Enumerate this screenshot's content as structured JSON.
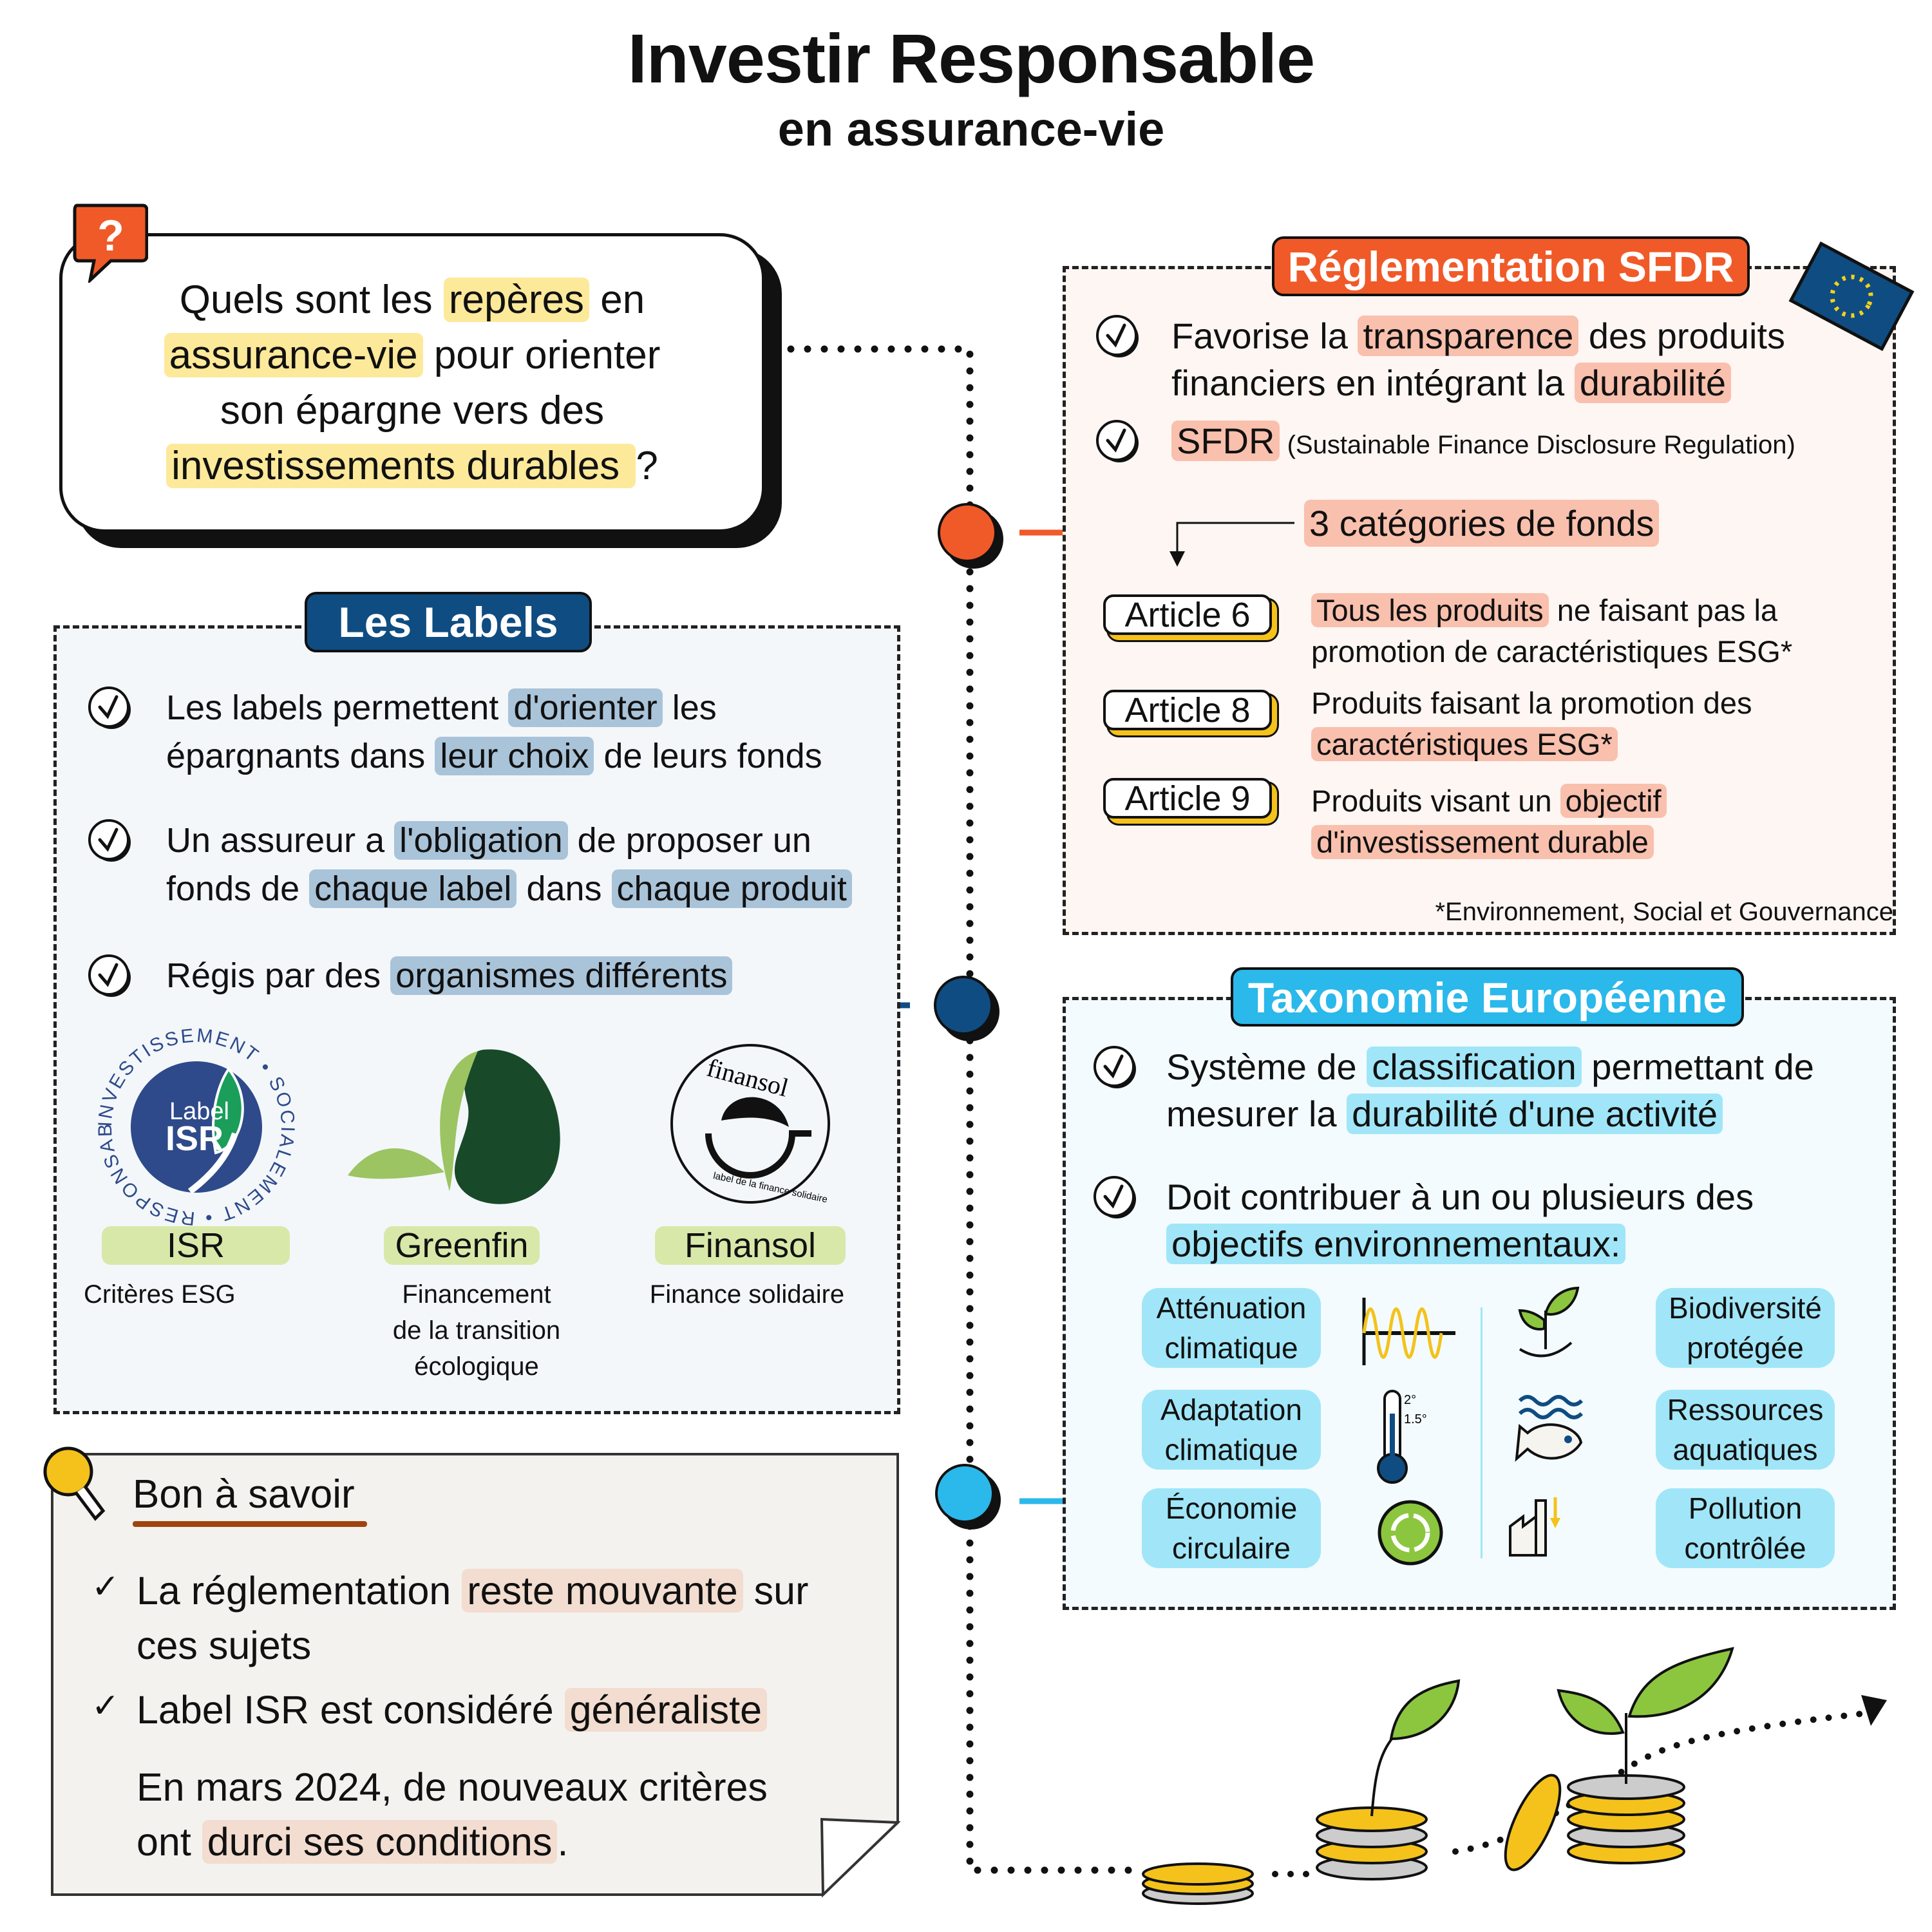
{
  "header": {
    "title": "Investir Responsable",
    "subtitle": "en assurance-vie"
  },
  "colors": {
    "orange": "#f05a28",
    "navy": "#0f4c81",
    "cyan": "#2bb8ea",
    "yellow_hl": "#fde99a",
    "blue_hl": "#a9c3d9",
    "salmon_hl": "#f9c0ad",
    "cyan_hl": "#a0e6f8",
    "beige_hl": "#f2ddd0"
  },
  "question": {
    "icon": "question-bubble-icon",
    "glyph": "?",
    "lines": [
      [
        {
          "t": "Quels sont les "
        },
        {
          "t": "repères",
          "hl": "#fde99a"
        },
        {
          "t": " en"
        }
      ],
      [
        {
          "t": "assurance-vie",
          "hl": "#fde99a"
        },
        {
          "t": " pour orienter"
        }
      ],
      [
        {
          "t": "son épargne vers des"
        }
      ],
      [
        {
          "t": "investissements durables ",
          "hl": "#fde99a"
        },
        {
          "t": "?"
        }
      ]
    ]
  },
  "labels": {
    "title": "Les Labels",
    "items": [
      {
        "lines": [
          [
            {
              "t": "Les labels permettent "
            },
            {
              "t": "d'orienter",
              "hl": "#a9c3d9"
            },
            {
              "t": " les"
            }
          ],
          [
            {
              "t": "épargnants dans "
            },
            {
              "t": "leur choix",
              "hl": "#a9c3d9"
            },
            {
              "t": " de leurs fonds"
            }
          ]
        ]
      },
      {
        "lines": [
          [
            {
              "t": "Un assureur a "
            },
            {
              "t": "l'obligation",
              "hl": "#a9c3d9"
            },
            {
              "t": " de proposer un"
            }
          ],
          [
            {
              "t": "fonds de "
            },
            {
              "t": "chaque label",
              "hl": "#a9c3d9"
            },
            {
              "t": " dans "
            },
            {
              "t": "chaque produit",
              "hl": "#a9c3d9"
            }
          ]
        ]
      },
      {
        "lines": [
          [
            {
              "t": "Régis par des "
            },
            {
              "t": "organismes différents",
              "hl": "#a9c3d9"
            }
          ]
        ]
      }
    ],
    "logos": [
      {
        "name": "ISR",
        "desc": "Critères ESG",
        "logo_text": [
          "Label",
          "ISR",
          "INVESTISSEMENT • SOCIALEMENT • RESPONSABLE •"
        ]
      },
      {
        "name": "Greenfin",
        "desc": "Financement de la transition écologique",
        "desc_lines": [
          "Financement",
          "de la transition",
          "écologique"
        ]
      },
      {
        "name": "Finansol",
        "desc": "Finance solidaire",
        "logo_text": [
          "finansol",
          "label de la finance solidaire"
        ]
      }
    ]
  },
  "bon": {
    "title": "Bon à savoir",
    "items": [
      {
        "check": true,
        "lines": [
          [
            {
              "t": "La réglementation "
            },
            {
              "t": "reste mouvante",
              "hl": "#f2ddd0"
            },
            {
              "t": " sur"
            }
          ],
          [
            {
              "t": "ces sujets"
            }
          ]
        ]
      },
      {
        "check": true,
        "lines": [
          [
            {
              "t": "Label ISR est considéré "
            },
            {
              "t": "généraliste",
              "hl": "#f2ddd0"
            }
          ]
        ]
      },
      {
        "check": false,
        "lines": [
          [
            {
              "t": "En mars 2024, de nouveaux critères"
            }
          ],
          [
            {
              "t": "ont "
            },
            {
              "t": "durci ses conditions",
              "hl": "#f2ddd0"
            },
            {
              "t": "."
            }
          ]
        ]
      }
    ]
  },
  "sfdr": {
    "title": "Réglementation SFDR",
    "items": [
      {
        "lines": [
          [
            {
              "t": "Favorise la "
            },
            {
              "t": "transparence",
              "hl": "#f9c0ad"
            },
            {
              "t": " des produits"
            }
          ],
          [
            {
              "t": "financiers en intégrant la "
            },
            {
              "t": "durabilité",
              "hl": "#f9c0ad"
            }
          ]
        ]
      },
      {
        "lines": [
          [
            {
              "t": "SFDR",
              "hl": "#f9c0ad"
            },
            {
              "t": " (Sustainable Finance Disclosure Regulation)",
              "small": true
            }
          ]
        ]
      }
    ],
    "categories": "3 catégories de fonds",
    "articles": [
      {
        "label": "Article 6",
        "lines": [
          [
            {
              "t": "Tous les produits",
              "hl": "#f9c0ad"
            },
            {
              "t": " ne faisant pas la"
            }
          ],
          [
            {
              "t": "promotion de caractéristiques ESG*"
            }
          ]
        ]
      },
      {
        "label": "Article 8",
        "lines": [
          [
            {
              "t": "Produits faisant la promotion des"
            }
          ],
          [
            {
              "t": "caractéristiques ESG*",
              "hl": "#f9c0ad"
            }
          ]
        ]
      },
      {
        "label": "Article 9",
        "lines": [
          [
            {
              "t": "Produits visant un "
            },
            {
              "t": "objectif",
              "hl": "#f9c0ad"
            }
          ],
          [
            {
              "t": "d'investissement durable",
              "hl": "#f9c0ad"
            }
          ]
        ]
      }
    ],
    "footnote": "*Environnement, Social et Gouvernance"
  },
  "taxo": {
    "title": "Taxonomie Européenne",
    "items": [
      {
        "lines": [
          [
            {
              "t": "Système de "
            },
            {
              "t": "classification",
              "hl": "#a0e6f8"
            },
            {
              "t": " permettant de"
            }
          ],
          [
            {
              "t": "mesurer la "
            },
            {
              "t": "durabilité d'une activité",
              "hl": "#a0e6f8"
            }
          ]
        ]
      },
      {
        "lines": [
          [
            {
              "t": "Doit contribuer à un ou plusieurs des"
            }
          ],
          [
            {
              "t": "objectifs environnementaux:",
              "hl": "#a0e6f8"
            }
          ]
        ]
      }
    ],
    "objectives": [
      {
        "l1": "Atténuation",
        "l2": "climatique",
        "icon": "oscillation-chart-icon"
      },
      {
        "l1": "Adaptation",
        "l2": "climatique",
        "icon": "thermometer-icon",
        "marks": [
          "2°",
          "1.5°"
        ]
      },
      {
        "l1": "Économie",
        "l2": "circulaire",
        "icon": "recycle-circle-icon"
      },
      {
        "l1": "Biodiversité",
        "l2": "protégée",
        "icon": "plant-in-hand-icon"
      },
      {
        "l1": "Ressources",
        "l2": "aquatiques",
        "icon": "fish-waves-icon"
      },
      {
        "l1": "Pollution",
        "l2": "contrôlée",
        "icon": "factory-icon"
      }
    ]
  }
}
